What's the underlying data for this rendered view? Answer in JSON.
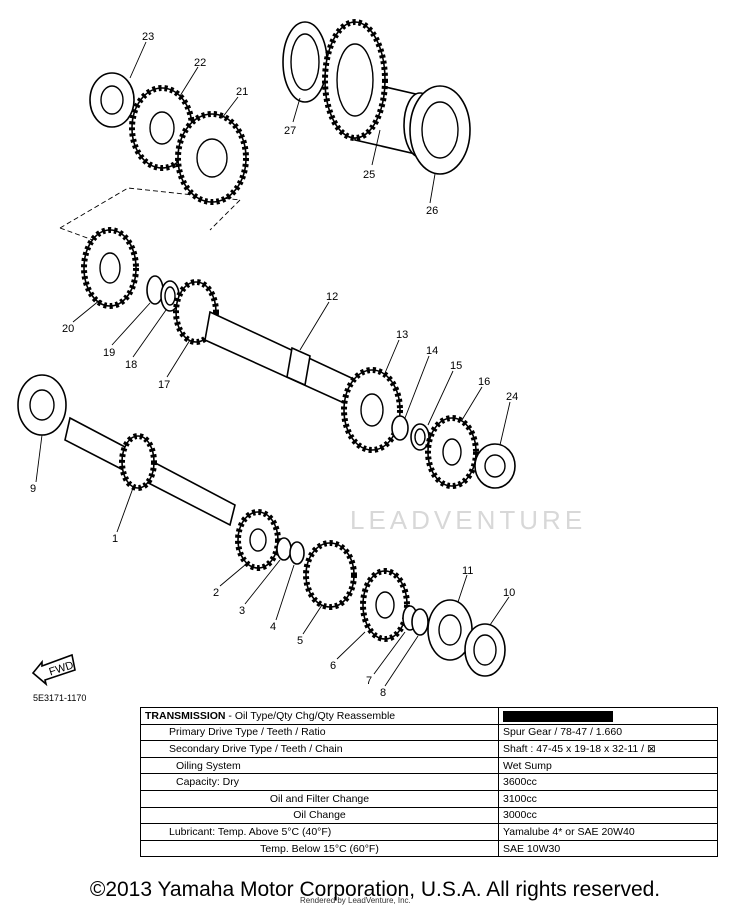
{
  "diagram": {
    "callouts": [
      "23",
      "22",
      "21",
      "27",
      "25",
      "26",
      "20",
      "19",
      "18",
      "17",
      "12",
      "13",
      "14",
      "15",
      "16",
      "24",
      "9",
      "1",
      "2",
      "3",
      "4",
      "5",
      "6",
      "7",
      "8",
      "11",
      "10"
    ],
    "fwd_label": "FWD",
    "diagram_code": "5E3171-1170",
    "watermark": "LEADVENTURE"
  },
  "table": {
    "header": {
      "title": "TRANSMISSION",
      "subtitle": " - Oil Type/Qty Chg/Qty Reassemble"
    },
    "rows": [
      {
        "label": "Primary Drive Type / Teeth / Ratio",
        "value": "Spur Gear / 78-47 / 1.660"
      },
      {
        "label": "Secondary Drive Type / Teeth / Chain",
        "value": "Shaft : 47-45 x 19-18 x 32-11 / ⊠"
      },
      {
        "label": "Oiling System",
        "value": "Wet Sump"
      },
      {
        "label": "Capacity: Dry",
        "value": "3600cc"
      },
      {
        "label": "Oil and Filter Change",
        "value": "3100cc"
      },
      {
        "label": "Oil Change",
        "value": "3000cc"
      },
      {
        "label": "Lubricant: Temp. Above 5°C (40°F)",
        "value": "Yamalube 4* or SAE 20W40"
      },
      {
        "label": "Temp. Below 15°C (60°F)",
        "value": "SAE 10W30"
      }
    ]
  },
  "footer": {
    "copyright": "©2013 Yamaha Motor Corporation, U.S.A. All rights reserved.",
    "rendered_by": "Rendered by LeadVenture, Inc."
  }
}
